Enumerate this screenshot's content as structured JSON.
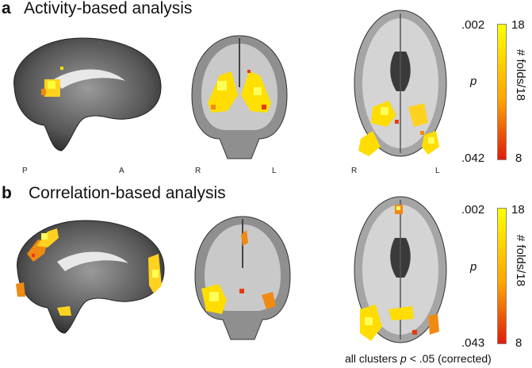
{
  "panels": [
    {
      "letter": "a",
      "title": "Activity-based analysis",
      "orientation": {
        "sagittal": [
          "P",
          "A"
        ],
        "coronal": [
          "R",
          "L"
        ],
        "axial": [
          "R",
          "L"
        ]
      },
      "colorbar": {
        "p_top": ".002",
        "p_bottom": ".042",
        "p_label": "p",
        "folds_top": "18",
        "folds_bottom": "8",
        "folds_label": "# folds/18"
      }
    },
    {
      "letter": "b",
      "title": "Correlation-based analysis",
      "colorbar": {
        "p_top": ".002",
        "p_bottom": ".043",
        "p_label": "p",
        "folds_top": "18",
        "folds_bottom": "8",
        "folds_label": "# folds/18"
      }
    }
  ],
  "footer": {
    "prefix": "all clusters ",
    "p": "p",
    "suffix": " < .05 (corrected)"
  },
  "colors": {
    "high": "#ffff00",
    "mid": "#ffa500",
    "low": "#e11b0c",
    "brain_dark": "#3a3a3a",
    "brain_light": "#cfcfcf"
  }
}
